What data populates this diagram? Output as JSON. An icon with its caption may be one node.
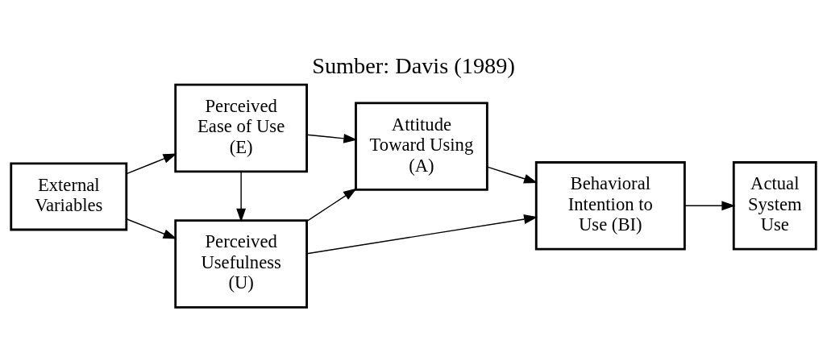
{
  "diagram": {
    "title": "Sumber: Davis (1989)",
    "nodes": [
      {
        "text": [
          "Perceived Usefulness (U)"
        ]
      },
      {
        "text": [
          "External Variables"
        ]
      },
      {
        "text": [
          "Attitude Toward Using (A)"
        ]
      },
      {
        "text": [
          "Behavioral Intention to Use (BI)"
        ]
      },
      {
        "text": [
          "Actual System Use"
        ]
      },
      {
        "text": [
          "Perceived Ease of Use (E)"
        ]
      }
    ],
    "edges": [
      {
        "from": 1,
        "to": 0,
        "arrow": "to"
      },
      {
        "from": 1,
        "to": 5,
        "arrow": "to"
      },
      {
        "from": 5,
        "to": 0,
        "arrow": "to"
      },
      {
        "from": 0,
        "to": 2,
        "arrow": "to"
      },
      {
        "from": 0,
        "to": 3,
        "arrow": "to"
      },
      {
        "from": 5,
        "to": 2,
        "arrow": "to"
      },
      {
        "from": 2,
        "to": 3,
        "arrow": "to"
      },
      {
        "from": 3,
        "to": 4,
        "arrow": "to"
      }
    ]
  }
}
